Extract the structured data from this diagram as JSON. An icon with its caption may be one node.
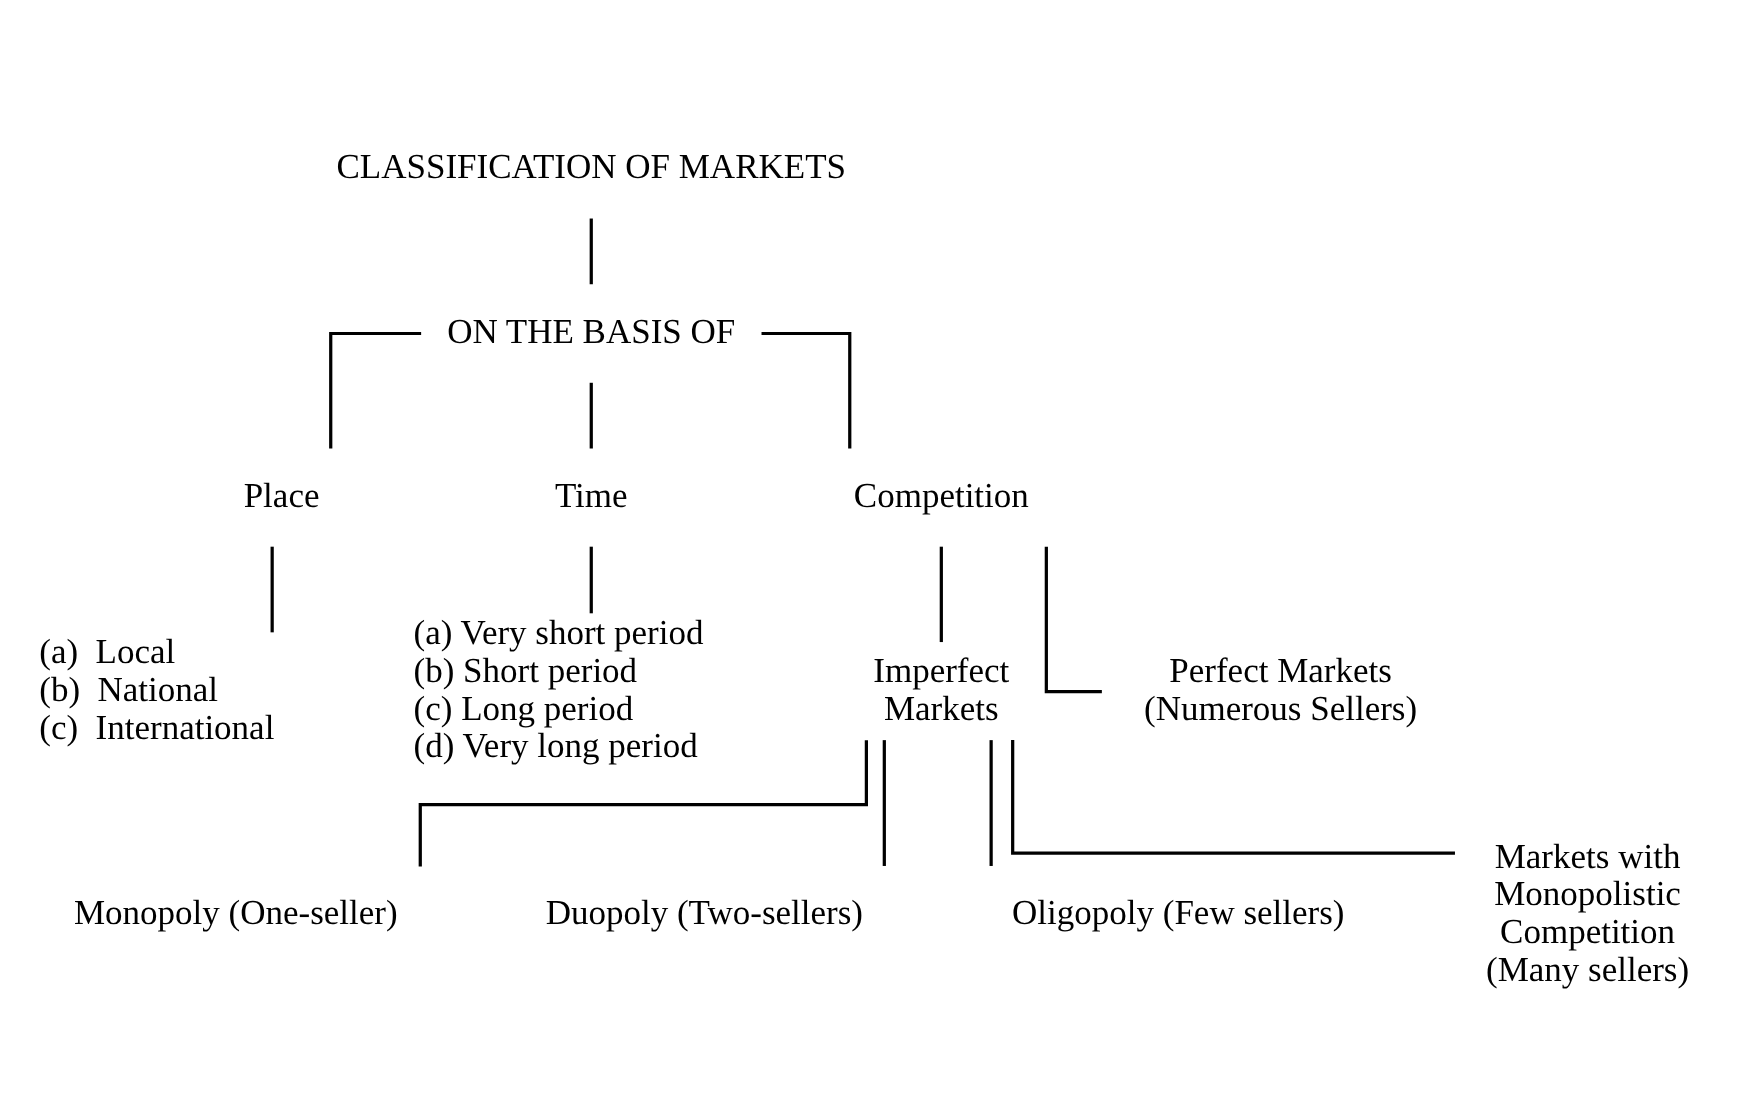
{
  "diagram": {
    "nodes": [
      {
        "text": [
          "CLASSIFICATION OF MARKETS"
        ]
      },
      {
        "text": [
          "ON THE BASIS OF"
        ]
      },
      {
        "text": [
          "Place"
        ]
      },
      {
        "text": [
          "Time"
        ]
      },
      {
        "text": [
          "Competition"
        ]
      },
      {
        "text": [
          "(a)  Local",
          "(b)  National",
          "(c)  International"
        ]
      },
      {
        "text": [
          "(a) Very short period",
          "(b) Short period",
          "(c) Long period",
          "(d) Very long period"
        ]
      },
      {
        "text": [
          "Imperfect Markets"
        ]
      },
      {
        "text": [
          "Perfect Markets (Numerous Sellers)"
        ]
      },
      {
        "text": [
          "Monopoly (One-seller)"
        ]
      },
      {
        "text": [
          "Duopoly (Two-sellers)"
        ]
      },
      {
        "text": [
          "Oligopoly (Few sellers)"
        ]
      },
      {
        "text": [
          "Markets with Monopolistic Competition (Many sellers)"
        ]
      }
    ],
    "edges": [
      {
        "from": 0,
        "to": 1,
        "arrow": "none"
      },
      {
        "from": 1,
        "to": 2,
        "arrow": "none"
      },
      {
        "from": 1,
        "to": 3,
        "arrow": "none"
      },
      {
        "from": 1,
        "to": 4,
        "arrow": "none"
      },
      {
        "from": 2,
        "to": 5,
        "arrow": "none"
      },
      {
        "from": 3,
        "to": 6,
        "arrow": "none"
      },
      {
        "from": 4,
        "to": 7,
        "arrow": "none"
      },
      {
        "from": 4,
        "to": 8,
        "arrow": "none"
      },
      {
        "from": 7,
        "to": 9,
        "arrow": "none"
      },
      {
        "from": 7,
        "to": 10,
        "arrow": "none"
      },
      {
        "from": 7,
        "to": 11,
        "arrow": "none"
      },
      {
        "from": 7,
        "to": 12,
        "arrow": "none"
      }
    ]
  }
}
